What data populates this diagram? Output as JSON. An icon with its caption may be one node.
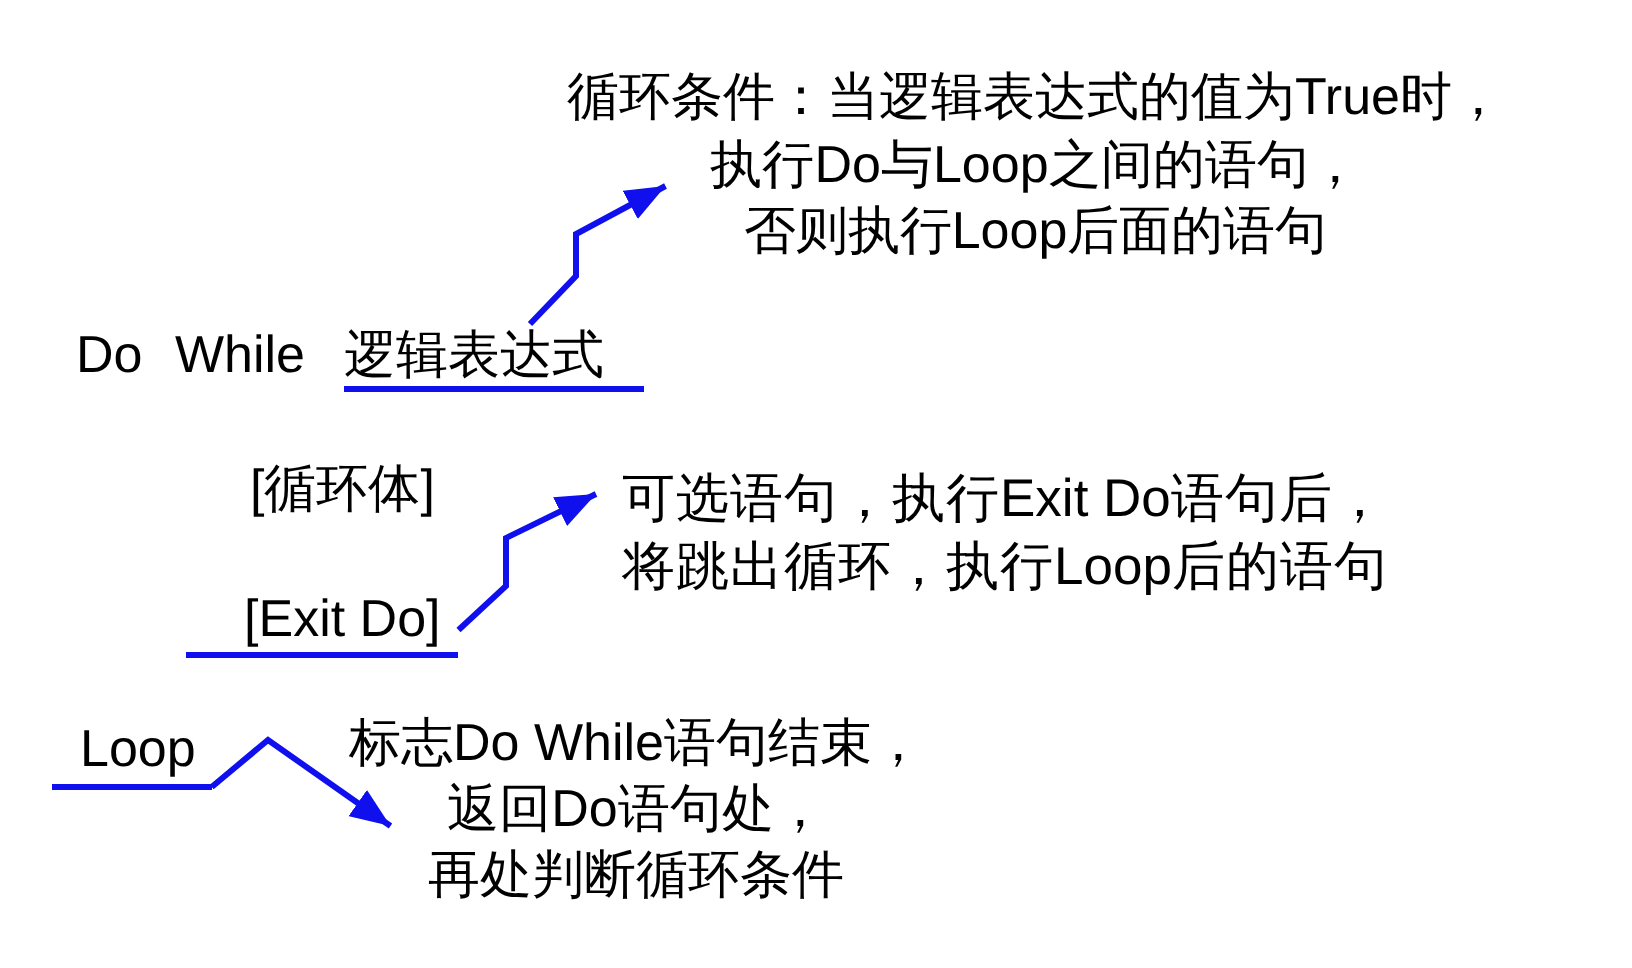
{
  "diagram": {
    "nodes": [
      {
        "text": [
          "逻辑表达式"
        ]
      },
      {
        "text": [
          "循环条件：当逻辑表达式的值为True时，执行Do与Loop之间的语句，否则执行Loop后面的语句"
        ]
      },
      {
        "text": [
          "[Exit Do]"
        ]
      },
      {
        "text": [
          "可选语句，执行Exit Do语句后，将跳出循环，执行Loop后的语句"
        ]
      },
      {
        "text": [
          "Loop"
        ]
      },
      {
        "text": [
          "标志Do While语句结束，返回Do语句处，再处判断循环条件"
        ]
      }
    ],
    "edges": [
      {
        "from": 0,
        "to": 1,
        "arrow": "to"
      },
      {
        "from": 2,
        "to": 3,
        "arrow": "to"
      },
      {
        "from": 4,
        "to": 5,
        "arrow": "to"
      }
    ],
    "labels": [
      "Do While",
      "[循环体]"
    ]
  }
}
